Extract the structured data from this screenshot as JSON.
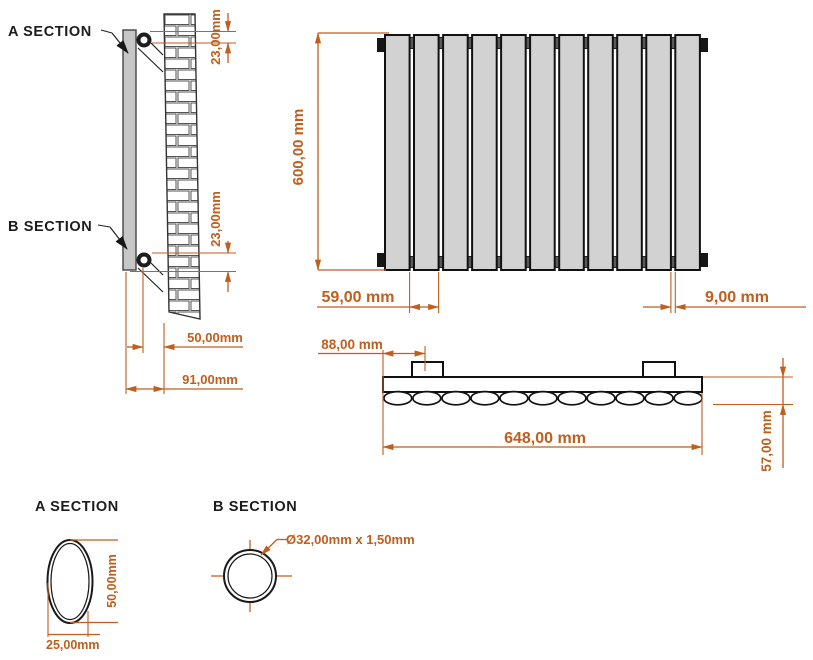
{
  "colors": {
    "dimension_accent": "#C05E1E",
    "panel_fill": "#D2D2D2",
    "outline": "#111111",
    "connector_tab": "#5a5a5a"
  },
  "side_view": {
    "label_a": "A SECTION",
    "label_b": "B SECTION",
    "dim_top_bracket": "23,00mm",
    "dim_bottom_bracket": "23,00mm",
    "dim_wall_clearance": "50,00mm",
    "dim_total_depth": "91,00mm"
  },
  "front_view": {
    "panel_count": 11,
    "dim_height": "600,00 mm",
    "dim_panel_pitch": "59,00 mm",
    "dim_panel_gap": "9,00 mm"
  },
  "top_view": {
    "tube_count": 11,
    "dim_bracket_offset": "88,00 mm",
    "dim_total_width": "648,00 mm",
    "dim_depth": "57,00 mm"
  },
  "section_a": {
    "title": "A SECTION",
    "dim_height": "50,00mm",
    "dim_width": "25,00mm"
  },
  "section_b": {
    "title": "B SECTION",
    "dim_tube": "Ø32,00mm x 1,50mm"
  }
}
